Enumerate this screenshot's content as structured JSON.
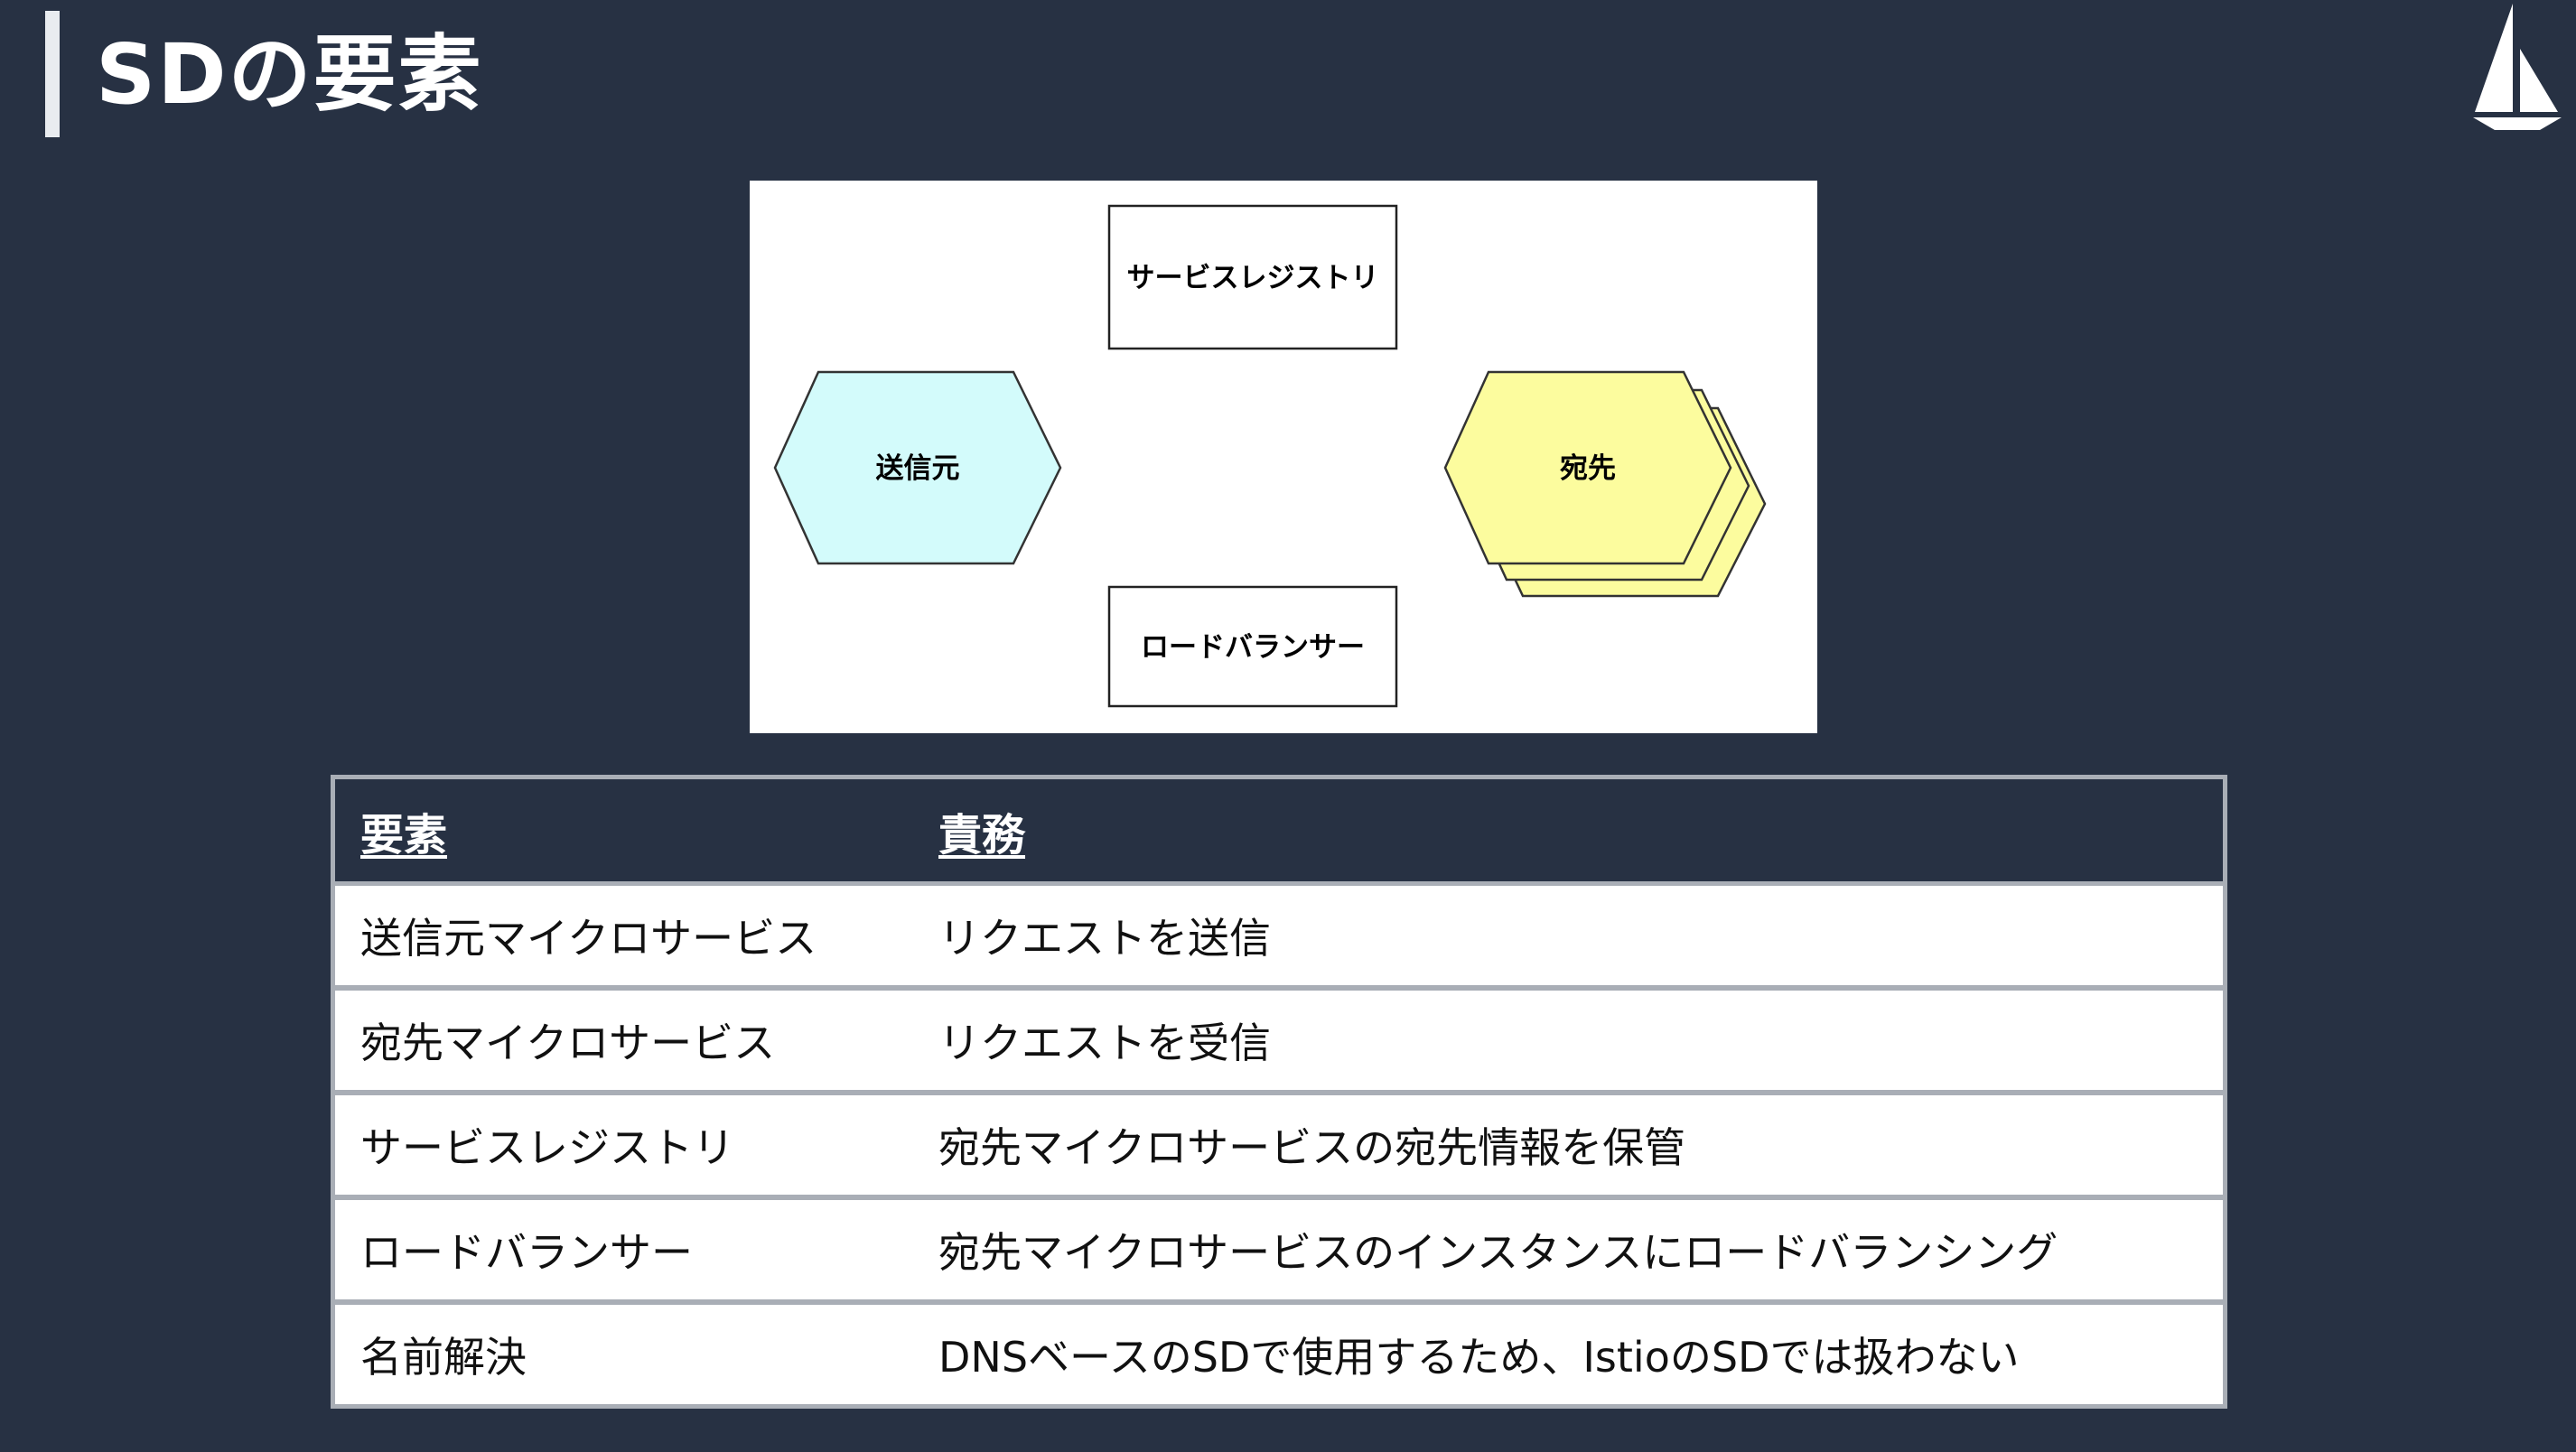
{
  "slide": {
    "title": "SDの要素"
  },
  "logo": {
    "icon": "sailboat-icon"
  },
  "diagram": {
    "registry_label": "サービスレジストリ",
    "loadbalancer_label": "ロードバランサー",
    "source_label": "送信元",
    "destination_label": "宛先",
    "source_color": "#d3fbfb",
    "destination_color": "#fcfc9e"
  },
  "table": {
    "headers": [
      "要素",
      "責務"
    ],
    "rows": [
      [
        "送信元マイクロサービス",
        "リクエストを送信"
      ],
      [
        "宛先マイクロサービス",
        "リクエストを受信"
      ],
      [
        "サービスレジストリ",
        "宛先マイクロサービスの宛先情報を保管"
      ],
      [
        "ロードバランサー",
        "宛先マイクロサービスのインスタンスにロードバランシング"
      ],
      [
        "名前解決",
        "DNSベースのSDで使用するため、IstioのSDでは扱わない"
      ]
    ]
  }
}
